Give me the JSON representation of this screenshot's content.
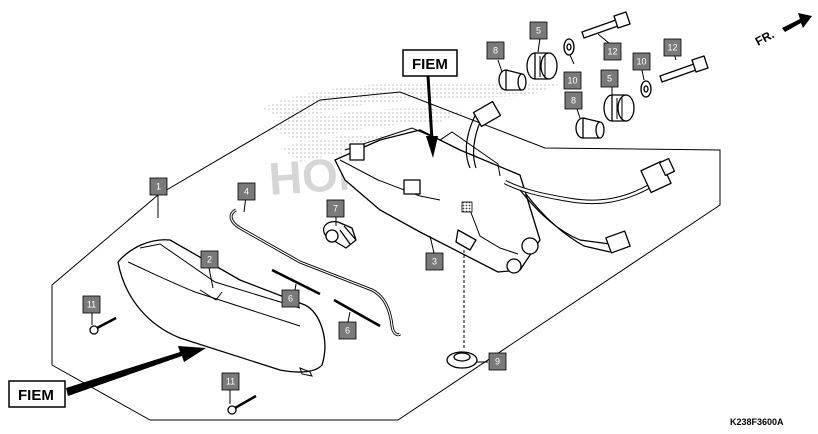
{
  "diagram": {
    "watermark": "HONDA",
    "direction_label": "FR.",
    "figure_code": "K238F3600A",
    "brand_labels": [
      "FIEM",
      "FIEM"
    ],
    "callouts": [
      "1",
      "2",
      "3",
      "4",
      "5",
      "5",
      "6",
      "6",
      "7",
      "8",
      "8",
      "9",
      "10",
      "10",
      "11",
      "11",
      "12",
      "12"
    ]
  }
}
